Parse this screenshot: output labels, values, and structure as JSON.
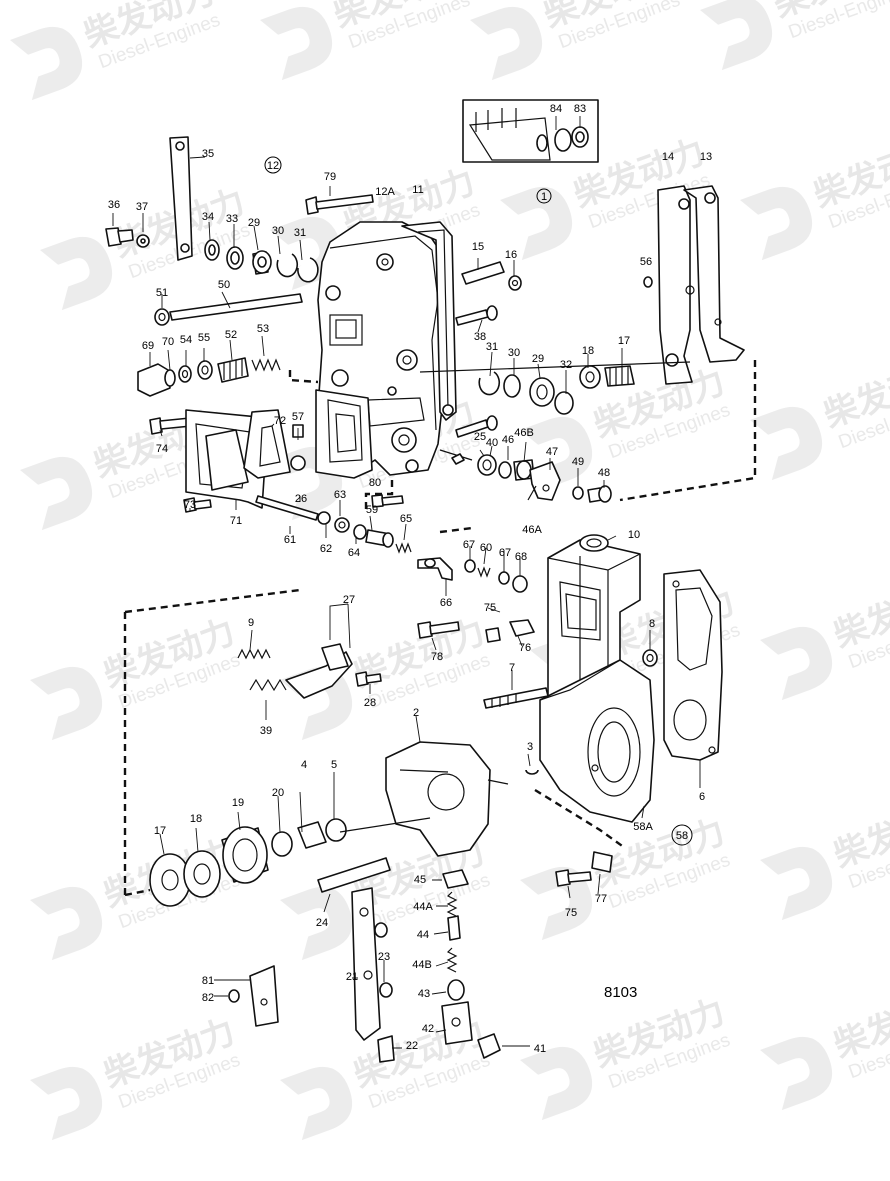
{
  "watermark": {
    "cn": "柴发动力",
    "en": "Diesel-Engines"
  },
  "drawing_code": "8103",
  "circled_labels": [
    "12",
    "1",
    "58"
  ],
  "callouts": [
    "35",
    "79",
    "12A",
    "11",
    "36",
    "37",
    "34",
    "33",
    "29",
    "30",
    "31",
    "15",
    "16",
    "14",
    "13",
    "56",
    "51",
    "50",
    "38",
    "69",
    "70",
    "54",
    "55",
    "52",
    "53",
    "31",
    "30",
    "29",
    "32",
    "18",
    "17",
    "74",
    "57",
    "72",
    "25",
    "40",
    "46",
    "46B",
    "47",
    "49",
    "48",
    "26",
    "73",
    "71",
    "80",
    "63",
    "59",
    "65",
    "61",
    "62",
    "64",
    "46A",
    "10",
    "67",
    "60",
    "67",
    "68",
    "66",
    "9",
    "27",
    "75",
    "76",
    "78",
    "8",
    "28",
    "39",
    "7",
    "2",
    "3",
    "4",
    "5",
    "20",
    "19",
    "18",
    "17",
    "6",
    "58A",
    "45",
    "44A",
    "24",
    "44",
    "23",
    "21",
    "44B",
    "43",
    "81",
    "82",
    "42",
    "41",
    "22",
    "75",
    "77",
    "84",
    "83"
  ]
}
